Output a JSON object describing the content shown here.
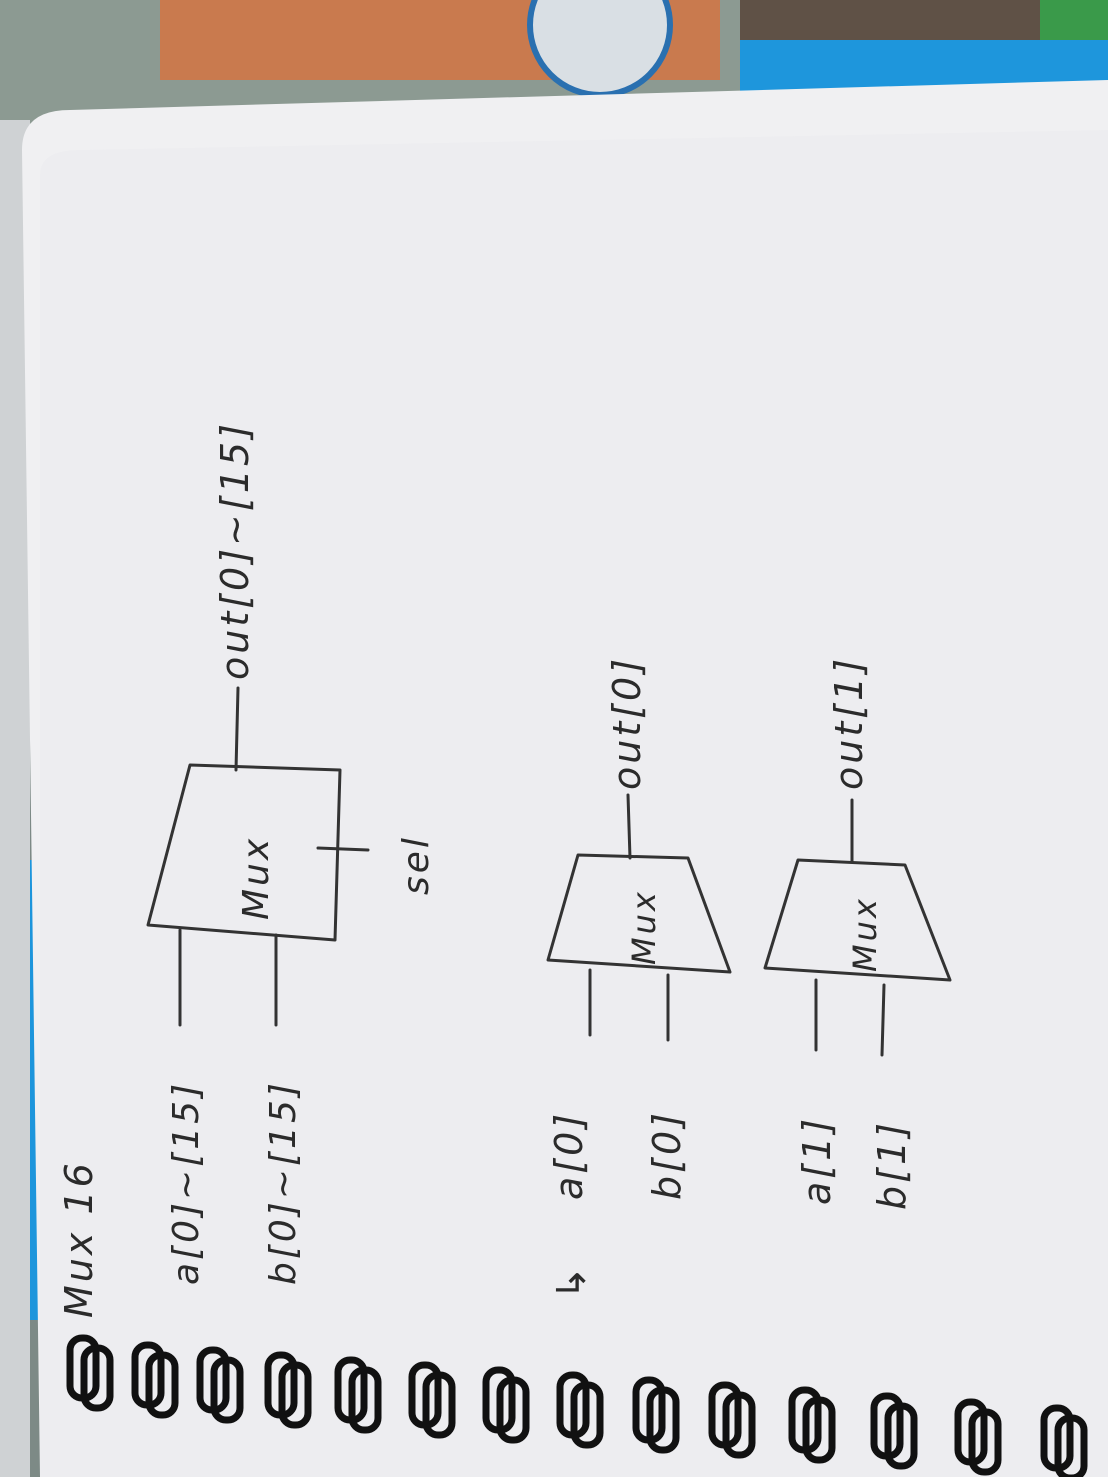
{
  "title": "Mux 16",
  "top_diagram": {
    "input_a": "a[0]~[15]",
    "input_b": "b[0]~[15]",
    "block": "Mux",
    "select": "sel",
    "output": "out[0]~[15]"
  },
  "bit0": {
    "arrow": "↳",
    "input_a": "a[0]",
    "input_b": "b[0]",
    "block": "Mux",
    "output": "out[0]"
  },
  "bit1": {
    "input_a": "a[1]",
    "input_b": "b[1]",
    "block": "Mux",
    "output": "out[1]"
  },
  "colors": {
    "paper": "#f0f0f2",
    "ink": "#2b2b2b",
    "accent_blue": "#1e96dc",
    "spiral": "#111111"
  }
}
